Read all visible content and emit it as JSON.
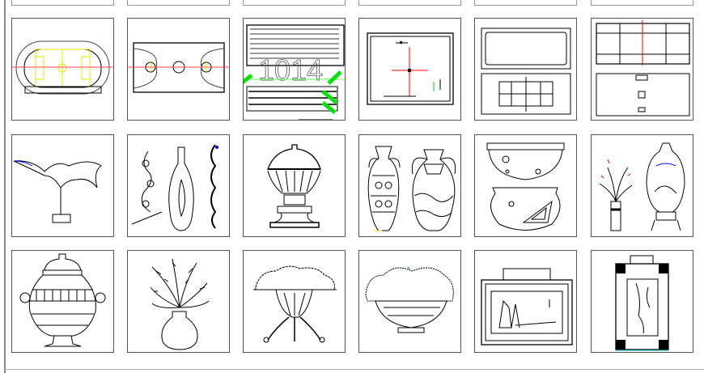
{
  "grid": {
    "columns": 6,
    "rows_visible": 3,
    "tiles": [
      {
        "name": "soccer-stadium"
      },
      {
        "name": "basketball-court"
      },
      {
        "name": "bleachers-plan",
        "label": "1014"
      },
      {
        "name": "sports-field-plan"
      },
      {
        "name": "billiard-table"
      },
      {
        "name": "tennis-court"
      },
      {
        "name": "bird-sculpture"
      },
      {
        "name": "ornament-and-bottle"
      },
      {
        "name": "lamp-urn"
      },
      {
        "name": "amphora-vases"
      },
      {
        "name": "bowl-and-pot"
      },
      {
        "name": "plant-vase-and-urn"
      },
      {
        "name": "lidded-urn"
      },
      {
        "name": "flower-vase"
      },
      {
        "name": "planter-on-stand"
      },
      {
        "name": "flower-bowl"
      },
      {
        "name": "framed-picture"
      },
      {
        "name": "framed-panel"
      }
    ]
  },
  "colors": {
    "line": "#000000",
    "red": "#ff0000",
    "yellow": "#e6e600",
    "green": "#00dd00",
    "blue": "#0000ff",
    "frame": "#555555"
  }
}
